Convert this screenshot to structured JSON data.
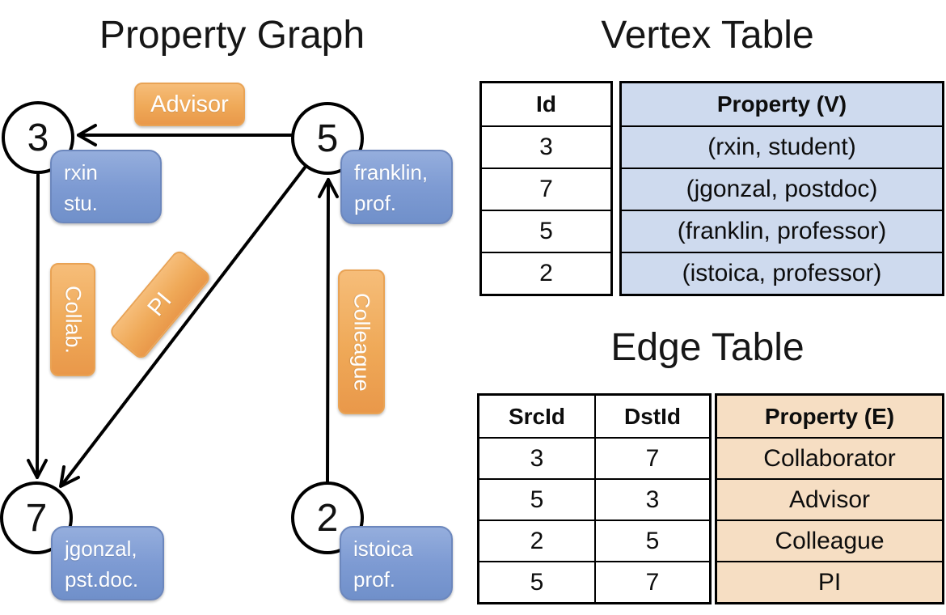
{
  "graph_panel": {
    "title": "Property Graph",
    "nodes": [
      {
        "id": "3",
        "property": "rxin\nstu."
      },
      {
        "id": "5",
        "property": "franklin,\nprof."
      },
      {
        "id": "7",
        "property": "jgonzal,\npst.doc."
      },
      {
        "id": "2",
        "property": "istoica\nprof."
      }
    ],
    "edge_labels": {
      "advisor": "Advisor",
      "collab": "Collab.",
      "pi": "PI",
      "colleague": "Colleague"
    }
  },
  "vertex_table": {
    "title": "Vertex Table",
    "columns": {
      "id": "Id",
      "property": "Property (V)"
    },
    "rows": [
      {
        "id": "3",
        "property": "(rxin, student)"
      },
      {
        "id": "7",
        "property": "(jgonzal, postdoc)"
      },
      {
        "id": "5",
        "property": "(franklin, professor)"
      },
      {
        "id": "2",
        "property": "(istoica, professor)"
      }
    ]
  },
  "edge_table": {
    "title": "Edge Table",
    "columns": {
      "src": "SrcId",
      "dst": "DstId",
      "property": "Property (E)"
    },
    "rows": [
      {
        "src": "3",
        "dst": "7",
        "property": "Collaborator"
      },
      {
        "src": "5",
        "dst": "3",
        "property": "Advisor"
      },
      {
        "src": "2",
        "dst": "5",
        "property": "Colleague"
      },
      {
        "src": "5",
        "dst": "7",
        "property": "PI"
      }
    ]
  },
  "colors": {
    "edge_label_orange": "#efa958",
    "vertex_prop_blue": "#7e9bd3",
    "vertex_table_fill": "#cedaee",
    "edge_table_fill": "#f6dec3",
    "line_black": "#000000"
  }
}
